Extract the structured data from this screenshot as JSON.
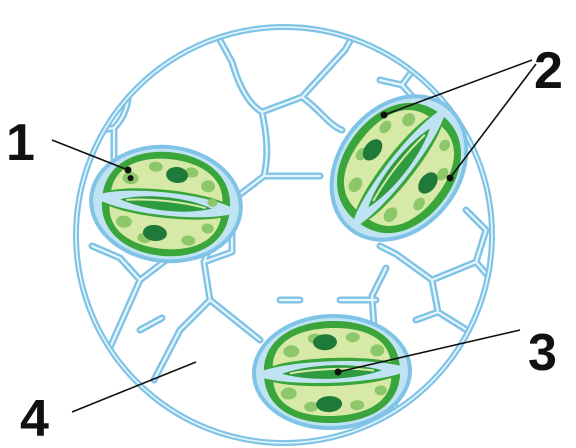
{
  "labels": {
    "l1": "1",
    "l2": "2",
    "l3": "3",
    "l4": "4"
  },
  "colors": {
    "cell_wall": "#7fc3e6",
    "guard_cell_outer": "#3aa53a",
    "guard_cell_fill": "#d6e9a6",
    "chloroplast": "#8cc76a",
    "nucleus": "#1f7a3a",
    "stomatal_pore": "#2e9b3e"
  }
}
